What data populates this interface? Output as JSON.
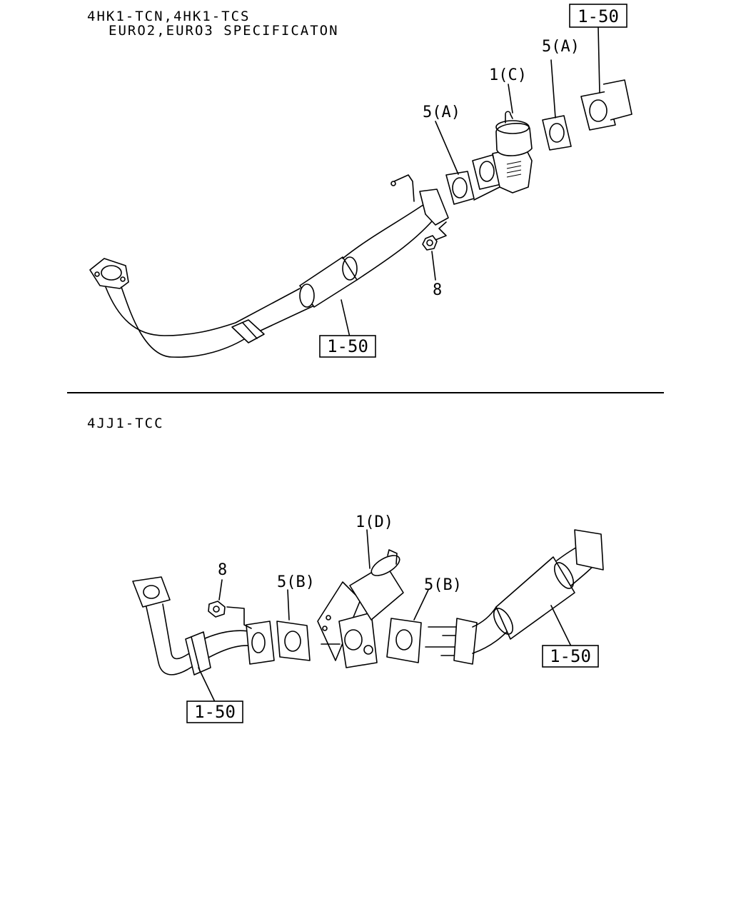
{
  "top_section": {
    "header_line1": "4HK1-TCN,4HK1-TCS",
    "header_line2": "EURO2,EURO3 SPECIFICATON",
    "labels": {
      "ref_top_right": "1-50",
      "ref_pipe": "1-50",
      "gasket_left": "5(A)",
      "gasket_right": "5(A)",
      "valve": "1(C)",
      "nut": "8"
    }
  },
  "bottom_section": {
    "header": "4JJ1-TCC",
    "labels": {
      "ref_left": "1-50",
      "ref_right": "1-50",
      "gasket_left": "5(B)",
      "gasket_right": "5(B)",
      "valve": "1(D)",
      "nut": "8"
    }
  }
}
